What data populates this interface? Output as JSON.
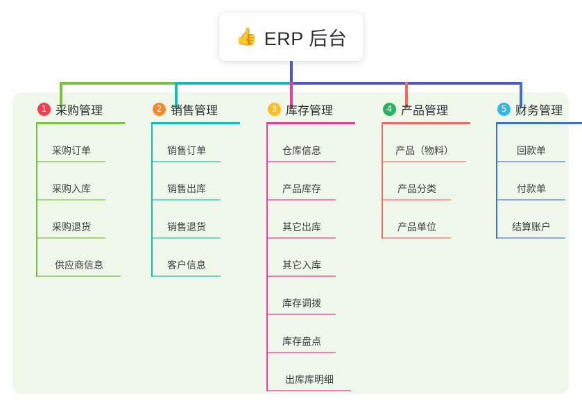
{
  "root": {
    "icon": "thumbs-up-icon",
    "icon_glyph": "👍",
    "title": "ERP 后台"
  },
  "palette": {
    "panel_background": "#eef7e9",
    "stem": "#4d56c6",
    "bus_green": "#7ac143",
    "bus_teal": "#12bfae",
    "bus_blue": "#4d56c6",
    "column_green": "#7ac143",
    "column_teal": "#12bfae",
    "column_pink": "#e8409a",
    "column_red": "#f26b63",
    "column_blue": "#3f6fd1"
  },
  "columns": [
    {
      "badge": "1",
      "badge_color": "#f2404e",
      "line_color": "#7ac143",
      "leaf_line_color": "#a8d47e",
      "title": "采购管理",
      "items": [
        {
          "label": "采购订单"
        },
        {
          "label": "采购入库"
        },
        {
          "label": "采购退货"
        },
        {
          "label": "供应商信息"
        }
      ]
    },
    {
      "badge": "2",
      "badge_color": "#f48a2b",
      "line_color": "#12bfae",
      "leaf_line_color": "#6fd4cb",
      "title": "销售管理",
      "items": [
        {
          "label": "销售订单"
        },
        {
          "label": "销售出库"
        },
        {
          "label": "销售退货"
        },
        {
          "label": "客户信息"
        }
      ]
    },
    {
      "badge": "3",
      "badge_color": "#fbbf24",
      "line_color": "#e8409a",
      "leaf_line_color": "#ee7fb8",
      "title": "库存管理",
      "items": [
        {
          "label": "仓库信息"
        },
        {
          "label": "产品库存"
        },
        {
          "label": "其它出库"
        },
        {
          "label": "其它入库"
        },
        {
          "label": "库存调拨"
        },
        {
          "label": "库存盘点"
        },
        {
          "label": "出库库明细"
        }
      ]
    },
    {
      "badge": "4",
      "badge_color": "#28b463",
      "line_color": "#f26b63",
      "leaf_line_color": "#f6a29c",
      "title": "产品管理",
      "items": [
        {
          "label": "产品（物料）"
        },
        {
          "label": "产品分类"
        },
        {
          "label": "产品单位"
        }
      ]
    },
    {
      "badge": "5",
      "badge_color": "#35b6e8",
      "line_color": "#3f6fd1",
      "leaf_line_color": "#8fadde",
      "title": "财务管理",
      "items": [
        {
          "label": "回款单"
        },
        {
          "label": "付款单"
        },
        {
          "label": "结算账户"
        }
      ]
    }
  ]
}
